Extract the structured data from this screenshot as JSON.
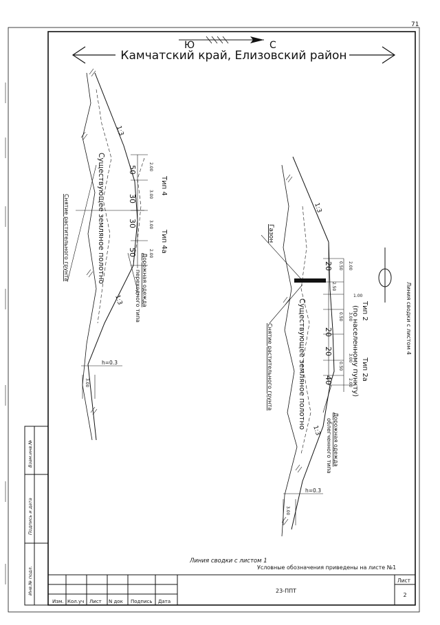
{
  "sheet_corner_number": "71",
  "header": {
    "title": "Камчатский край, Елизовский район",
    "compass_letters": [
      "Ю",
      "С"
    ]
  },
  "left_section": {
    "types": [
      "Тип 4",
      "Тип 4а"
    ],
    "existing_bed": "Существующее земляное полотно",
    "soil_removal": "Снятие растительного грунта",
    "pavement": [
      "Дорожная одежда",
      "переходного типа"
    ],
    "slopes": [
      "1:3",
      "1:3"
    ],
    "dims_top": [
      "2.00",
      "3.00",
      "3.00",
      "2.00"
    ],
    "cross_slopes": [
      "50",
      "30",
      "30",
      "50"
    ],
    "h_label": "h=0.3",
    "h_dim": "3.00"
  },
  "right_section": {
    "lawn": "Газон",
    "types": [
      "Тип 2",
      "(по населенному пункту)",
      "Тип 2а"
    ],
    "existing_bed": "Существующее земляное полотно",
    "soil_removal": "Снятие растительного грунта",
    "pavement": [
      "Дорожная одежда",
      "облегченного типа"
    ],
    "slopes": [
      "1:3",
      "1:3"
    ],
    "dims_top": [
      "2.00",
      "3.00",
      "3.00",
      "2.00"
    ],
    "dims_small": [
      "0.50",
      "2.50",
      "0.50",
      "0.50"
    ],
    "dim_1": "1.00",
    "cross_slopes": [
      "20",
      "20",
      "20",
      "40"
    ],
    "h_label": "h=0.3",
    "h_dim": "3.00"
  },
  "right_margin_text": "Линия сводки с листом 4",
  "bottom_note_1": "Линия сводки с листом 1",
  "bottom_note_2": "Условные обозначения приведены на листе №1",
  "side_stamp": [
    "Взам.инв.№",
    "Подпись и дата",
    "Инв.№ подл."
  ],
  "title_block": {
    "code": "23-ППТ",
    "sheet_label": "Лист",
    "sheet_number": "2",
    "columns": [
      "Изм.",
      "Кол.уч",
      "Лист",
      "N док",
      "Подпись",
      "Дата"
    ]
  }
}
